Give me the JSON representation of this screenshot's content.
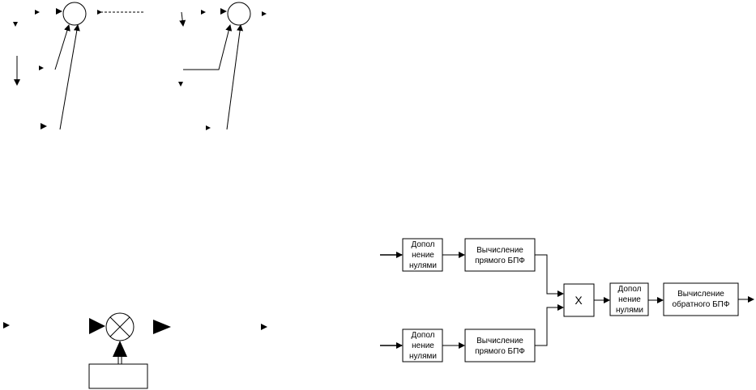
{
  "flow_diagram": {
    "top_path": {
      "zero_pad": [
        "Допол",
        "нение",
        "нулями"
      ],
      "fft": [
        "Вычисление",
        "прямого БПФ"
      ]
    },
    "bottom_path": {
      "zero_pad": [
        "Допол",
        "нение",
        "нулями"
      ],
      "fft": [
        "Вычисление",
        "прямого БПФ"
      ]
    },
    "multiplier_label": "X",
    "output_path": {
      "zero_pad": [
        "Допол",
        "нение",
        "нулями"
      ],
      "ifft": [
        "Вычисление",
        "обратного БПФ"
      ]
    }
  }
}
